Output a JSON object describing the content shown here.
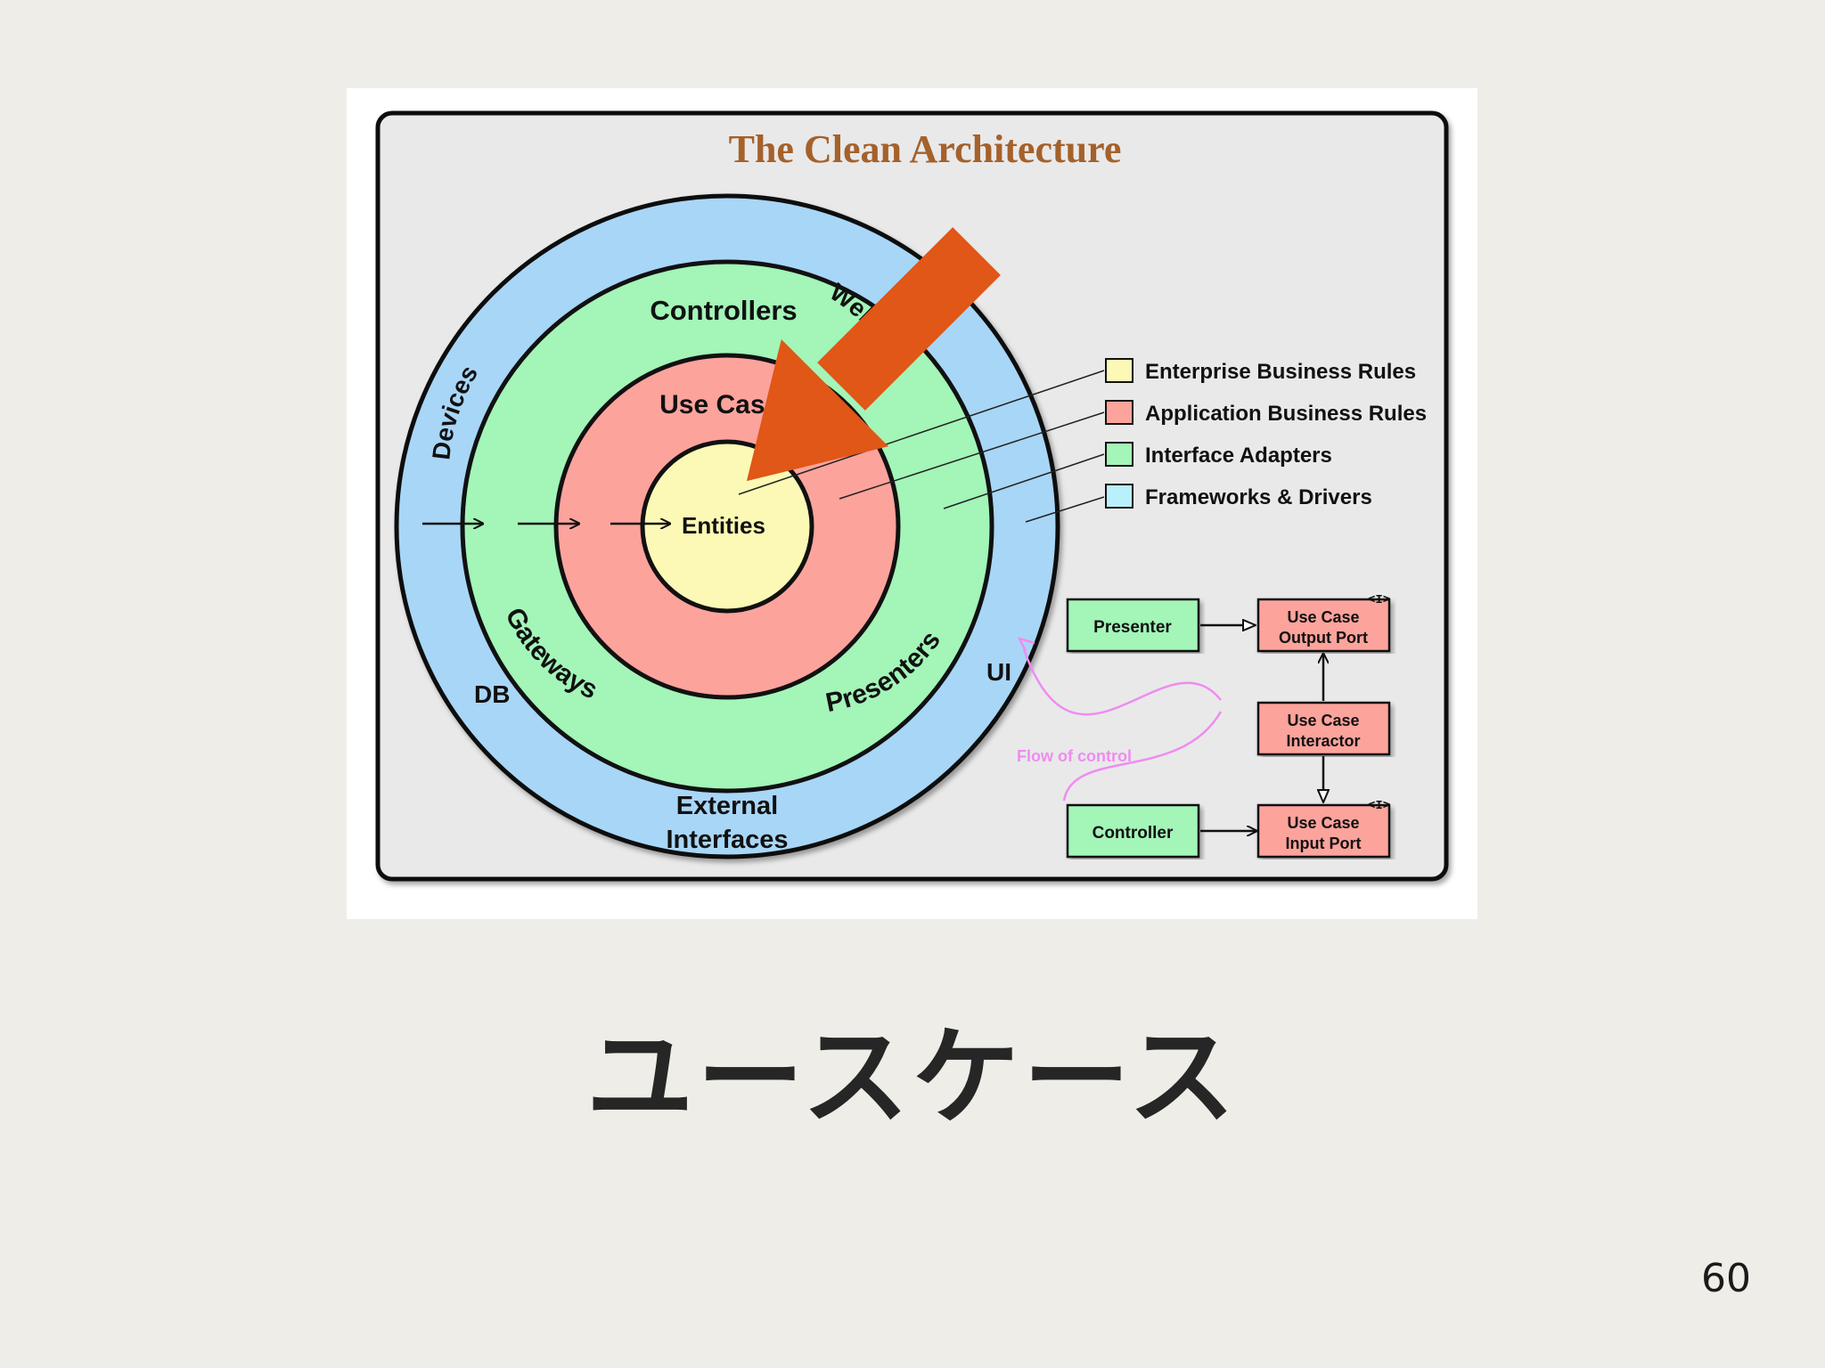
{
  "slide": {
    "title": "ユースケース",
    "page_number": "60"
  },
  "diagram": {
    "title": "The Clean Architecture",
    "colors": {
      "outer_ring": "#a8d6f7",
      "adapter_ring": "#a3f5b8",
      "usecase_ring": "#fca39c",
      "entities_core": "#fbf9b5",
      "title": "#a5612a",
      "highlight_arrow": "#e05717",
      "flow_of_control": "#ef8cf0"
    },
    "rings": {
      "outer": {
        "labels": [
          "Devices",
          "Web",
          "DB",
          "UI",
          "External",
          "Interfaces"
        ]
      },
      "adapters": {
        "labels": [
          "Controllers",
          "Gateways",
          "Presenters"
        ]
      },
      "use_cases": {
        "label": "Use Cases"
      },
      "entities": {
        "label": "Entities"
      }
    },
    "legend": [
      {
        "label": "Enterprise Business Rules",
        "color": "#fbf9b5"
      },
      {
        "label": "Application Business Rules",
        "color": "#fca39c"
      },
      {
        "label": "Interface Adapters",
        "color": "#a3f5b8"
      },
      {
        "label": "Frameworks & Drivers",
        "color": "#b8f0fb"
      }
    ],
    "flow": {
      "presenter": "Presenter",
      "controller": "Controller",
      "output_port": [
        "Use Case",
        "Output Port"
      ],
      "interactor": [
        "Use Case",
        "Interactor"
      ],
      "input_port": [
        "Use Case",
        "Input Port"
      ],
      "interface_marker": "<I>",
      "flow_of_control": "Flow of control"
    }
  }
}
